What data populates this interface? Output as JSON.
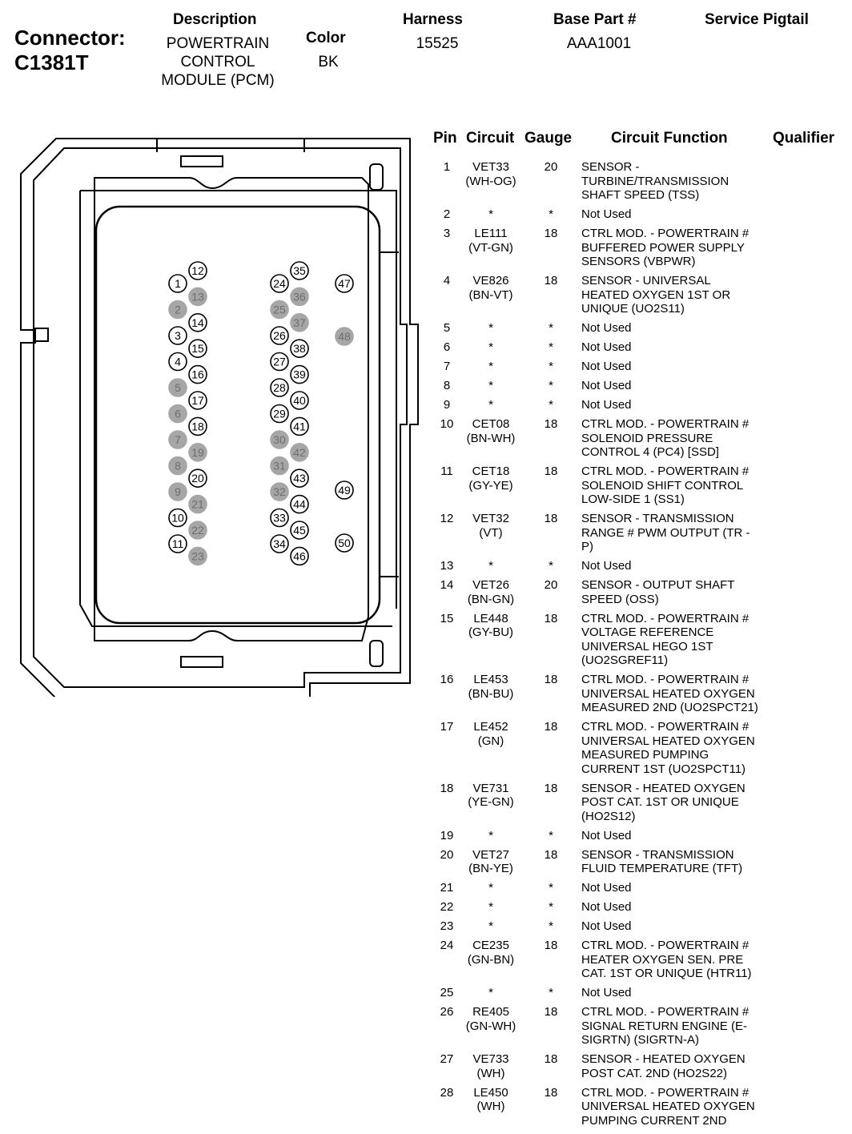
{
  "header": {
    "connector_label": "Connector:",
    "connector_id": "C1381T",
    "description_label": "Description",
    "description_value": [
      "POWERTRAIN",
      "CONTROL",
      "MODULE (PCM)"
    ],
    "color_label": "Color",
    "color_value": "BK",
    "harness_label": "Harness",
    "harness_value": "15525",
    "base_part_label": "Base Part #",
    "base_part_value": "AAA1001",
    "service_pigtail_label": "Service Pigtail"
  },
  "table": {
    "headers": {
      "pin": "Pin",
      "circuit": "Circuit",
      "gauge": "Gauge",
      "function": "Circuit Function",
      "qualifier": "Qualifier"
    },
    "rows": [
      {
        "pin": "1",
        "circuit": [
          "VET33",
          "(WH-OG)"
        ],
        "gauge": "20",
        "function": [
          "SENSOR -",
          "TURBINE/TRANSMISSION",
          "SHAFT SPEED (TSS)"
        ]
      },
      {
        "pin": "2",
        "circuit": [
          "*"
        ],
        "gauge": "*",
        "function": [
          "Not Used"
        ]
      },
      {
        "pin": "3",
        "circuit": [
          "LE111",
          "(VT-GN)"
        ],
        "gauge": "18",
        "function": [
          "CTRL MOD. - POWERTRAIN #",
          "BUFFERED POWER SUPPLY",
          "SENSORS (VBPWR)"
        ]
      },
      {
        "pin": "4",
        "circuit": [
          "VE826",
          "(BN-VT)"
        ],
        "gauge": "18",
        "function": [
          "SENSOR - UNIVERSAL",
          "HEATED OXYGEN 1ST OR",
          "UNIQUE (UO2S11)"
        ]
      },
      {
        "pin": "5",
        "circuit": [
          "*"
        ],
        "gauge": "*",
        "function": [
          "Not Used"
        ]
      },
      {
        "pin": "6",
        "circuit": [
          "*"
        ],
        "gauge": "*",
        "function": [
          "Not Used"
        ]
      },
      {
        "pin": "7",
        "circuit": [
          "*"
        ],
        "gauge": "*",
        "function": [
          "Not Used"
        ]
      },
      {
        "pin": "8",
        "circuit": [
          "*"
        ],
        "gauge": "*",
        "function": [
          "Not Used"
        ]
      },
      {
        "pin": "9",
        "circuit": [
          "*"
        ],
        "gauge": "*",
        "function": [
          "Not Used"
        ]
      },
      {
        "pin": "10",
        "circuit": [
          "CET08",
          "(BN-WH)"
        ],
        "gauge": "18",
        "function": [
          "CTRL MOD. - POWERTRAIN #",
          "SOLENOID PRESSURE",
          "CONTROL 4 (PC4) [SSD]"
        ]
      },
      {
        "pin": "11",
        "circuit": [
          "CET18",
          "(GY-YE)"
        ],
        "gauge": "18",
        "function": [
          "CTRL MOD. - POWERTRAIN #",
          "SOLENOID SHIFT CONTROL",
          "LOW-SIDE 1 (SS1)"
        ]
      },
      {
        "pin": "12",
        "circuit": [
          "VET32",
          "(VT)"
        ],
        "gauge": "18",
        "function": [
          "SENSOR - TRANSMISSION",
          "RANGE # PWM OUTPUT (TR -",
          "P)"
        ]
      },
      {
        "pin": "13",
        "circuit": [
          "*"
        ],
        "gauge": "*",
        "function": [
          "Not Used"
        ]
      },
      {
        "pin": "14",
        "circuit": [
          "VET26",
          "(BN-GN)"
        ],
        "gauge": "20",
        "function": [
          "SENSOR - OUTPUT SHAFT",
          "SPEED (OSS)"
        ]
      },
      {
        "pin": "15",
        "circuit": [
          "LE448",
          "(GY-BU)"
        ],
        "gauge": "18",
        "function": [
          "CTRL MOD. - POWERTRAIN #",
          "VOLTAGE REFERENCE",
          "UNIVERSAL HEGO 1ST",
          "(UO2SGREF11)"
        ]
      },
      {
        "pin": "16",
        "circuit": [
          "LE453",
          "(BN-BU)"
        ],
        "gauge": "18",
        "function": [
          "CTRL MOD. - POWERTRAIN #",
          "UNIVERSAL HEATED OXYGEN",
          "MEASURED 2ND (UO2SPCT21)"
        ]
      },
      {
        "pin": "17",
        "circuit": [
          "LE452",
          "(GN)"
        ],
        "gauge": "18",
        "function": [
          "CTRL MOD. - POWERTRAIN #",
          "UNIVERSAL HEATED OXYGEN",
          "MEASURED PUMPING",
          "CURRENT 1ST (UO2SPCT11)"
        ]
      },
      {
        "pin": "18",
        "circuit": [
          "VE731",
          "(YE-GN)"
        ],
        "gauge": "18",
        "function": [
          "SENSOR - HEATED OXYGEN",
          "POST CAT. 1ST OR UNIQUE",
          "(HO2S12)"
        ]
      },
      {
        "pin": "19",
        "circuit": [
          "*"
        ],
        "gauge": "*",
        "function": [
          "Not Used"
        ]
      },
      {
        "pin": "20",
        "circuit": [
          "VET27",
          "(BN-YE)"
        ],
        "gauge": "18",
        "function": [
          "SENSOR - TRANSMISSION",
          "FLUID TEMPERATURE (TFT)"
        ]
      },
      {
        "pin": "21",
        "circuit": [
          "*"
        ],
        "gauge": "*",
        "function": [
          "Not Used"
        ]
      },
      {
        "pin": "22",
        "circuit": [
          "*"
        ],
        "gauge": "*",
        "function": [
          "Not Used"
        ]
      },
      {
        "pin": "23",
        "circuit": [
          "*"
        ],
        "gauge": "*",
        "function": [
          "Not Used"
        ]
      },
      {
        "pin": "24",
        "circuit": [
          "CE235",
          "(GN-BN)"
        ],
        "gauge": "18",
        "function": [
          "CTRL MOD. - POWERTRAIN #",
          "HEATER OXYGEN SEN. PRE",
          "CAT. 1ST OR UNIQUE (HTR11)"
        ]
      },
      {
        "pin": "25",
        "circuit": [
          "*"
        ],
        "gauge": "*",
        "function": [
          "Not Used"
        ]
      },
      {
        "pin": "26",
        "circuit": [
          "RE405",
          "(GN-WH)"
        ],
        "gauge": "18",
        "function": [
          "CTRL MOD. - POWERTRAIN #",
          "SIGNAL RETURN ENGINE (E-",
          "SIGRTN) (SIGRTN-A)"
        ]
      },
      {
        "pin": "27",
        "circuit": [
          "VE733",
          "(WH)"
        ],
        "gauge": "18",
        "function": [
          "SENSOR - HEATED OXYGEN",
          "POST CAT. 2ND (HO2S22)"
        ]
      },
      {
        "pin": "28",
        "circuit": [
          "LE450",
          "(WH)"
        ],
        "gauge": "18",
        "function": [
          "CTRL MOD. - POWERTRAIN #",
          "UNIVERSAL HEATED OXYGEN",
          "PUMPING CURRENT 2ND"
        ]
      }
    ]
  },
  "diagram": {
    "pins": [
      {
        "n": "1",
        "used": true
      },
      {
        "n": "2",
        "used": false
      },
      {
        "n": "3",
        "used": true
      },
      {
        "n": "4",
        "used": true
      },
      {
        "n": "5",
        "used": false
      },
      {
        "n": "6",
        "used": false
      },
      {
        "n": "7",
        "used": false
      },
      {
        "n": "8",
        "used": false
      },
      {
        "n": "9",
        "used": false
      },
      {
        "n": "10",
        "used": true
      },
      {
        "n": "11",
        "used": true
      },
      {
        "n": "12",
        "used": true
      },
      {
        "n": "13",
        "used": false
      },
      {
        "n": "14",
        "used": true
      },
      {
        "n": "15",
        "used": true
      },
      {
        "n": "16",
        "used": true
      },
      {
        "n": "17",
        "used": true
      },
      {
        "n": "18",
        "used": true
      },
      {
        "n": "19",
        "used": false
      },
      {
        "n": "20",
        "used": true
      },
      {
        "n": "21",
        "used": false
      },
      {
        "n": "22",
        "used": false
      },
      {
        "n": "23",
        "used": false
      },
      {
        "n": "24",
        "used": true
      },
      {
        "n": "25",
        "used": false
      },
      {
        "n": "26",
        "used": true
      },
      {
        "n": "27",
        "used": true
      },
      {
        "n": "28",
        "used": true
      },
      {
        "n": "29",
        "used": true
      },
      {
        "n": "30",
        "used": false
      },
      {
        "n": "31",
        "used": false
      },
      {
        "n": "32",
        "used": false
      },
      {
        "n": "33",
        "used": true
      },
      {
        "n": "34",
        "used": true
      },
      {
        "n": "35",
        "used": true
      },
      {
        "n": "36",
        "used": false
      },
      {
        "n": "37",
        "used": false
      },
      {
        "n": "38",
        "used": true
      },
      {
        "n": "39",
        "used": true
      },
      {
        "n": "40",
        "used": true
      },
      {
        "n": "41",
        "used": true
      },
      {
        "n": "42",
        "used": false
      },
      {
        "n": "43",
        "used": true
      },
      {
        "n": "44",
        "used": true
      },
      {
        "n": "45",
        "used": true
      },
      {
        "n": "46",
        "used": true
      },
      {
        "n": "47",
        "used": true
      },
      {
        "n": "48",
        "used": false
      },
      {
        "n": "49",
        "used": true
      },
      {
        "n": "50",
        "used": true
      }
    ],
    "colors": {
      "used_fill": "#ffffff",
      "unused_fill": "#a6a6a6",
      "stroke": "#000000"
    }
  }
}
